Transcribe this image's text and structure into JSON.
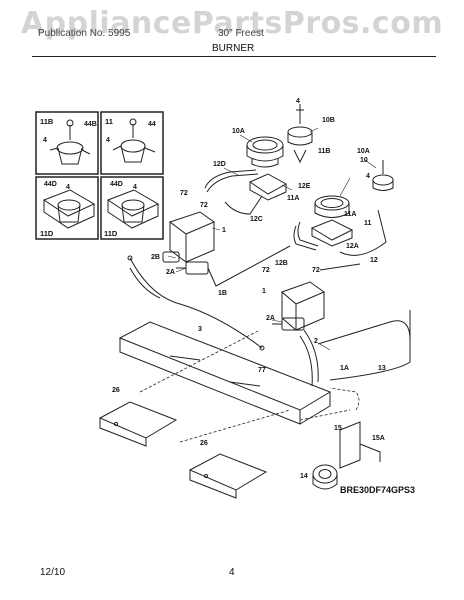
{
  "watermark": "AppliancePartsPros.com",
  "header": {
    "left_text": "Publication No. 5995",
    "right_text": "30\" Freest",
    "section_title": "BURNER"
  },
  "model_code": "BRE30DF74GPS3",
  "footer": {
    "date": "12/10",
    "page": "4"
  },
  "callouts": {
    "c1": "1",
    "c1a": "1A",
    "c1b": "1B",
    "c2": "2",
    "c2a": "2A",
    "c2b": "2B",
    "c3": "3",
    "c4": "4",
    "c10": "10",
    "c10a": "10A",
    "c10b": "10B",
    "c11": "11",
    "c11a": "11A",
    "c11b": "11B",
    "c12": "12",
    "c12a": "12A",
    "c12b": "12B",
    "c12c": "12C",
    "c12d": "12D",
    "c12e": "12E",
    "c13": "13",
    "c14": "14",
    "c15": "15",
    "c15a": "15A",
    "c26": "26",
    "c72": "72",
    "c77": "77"
  },
  "insets": {
    "a": {
      "label": "11B",
      "sub": "44B",
      "sub2": "4"
    },
    "b": {
      "label": "11",
      "sub": "44",
      "sub2": "4"
    },
    "c": {
      "label": "11D",
      "sub": "44D",
      "sub2": "4"
    },
    "d": {
      "label": "11D",
      "sub": "44D",
      "sub2": "4"
    }
  }
}
